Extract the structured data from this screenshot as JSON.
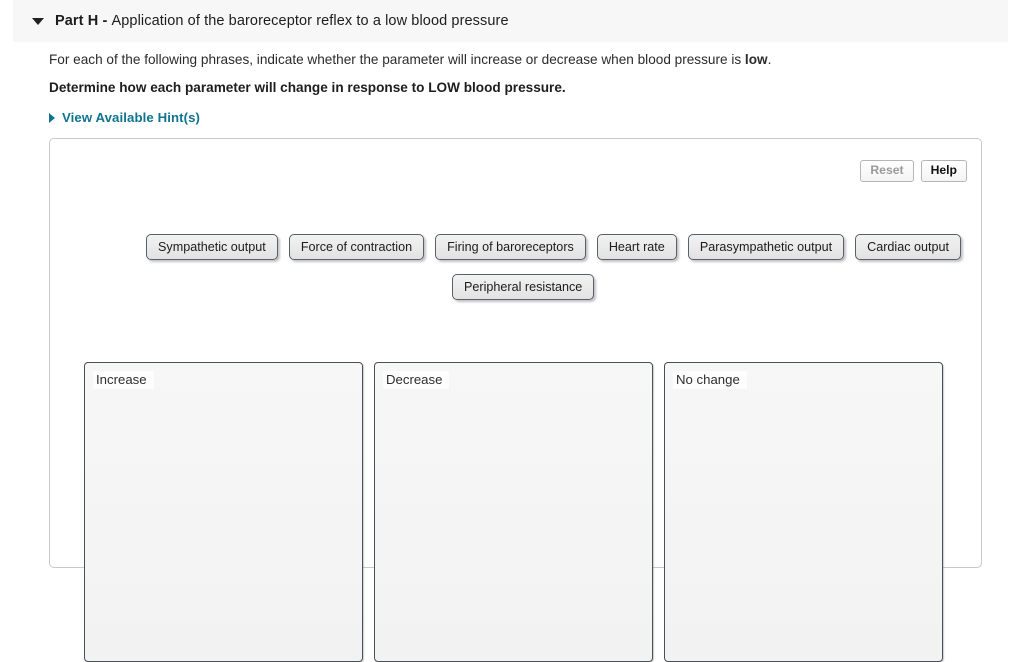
{
  "header": {
    "caret_icon": "caret-down-icon",
    "part_label": "Part H",
    "separator": " - ",
    "part_description": "Application of the baroreceptor reflex to a low blood pressure"
  },
  "intro": {
    "line1_a": "For each of the following phrases, indicate whether the parameter will increase or decrease when blood pressure is ",
    "line1_bold": "low",
    "line1_b": ".",
    "line2": "Determine how each parameter will change in response to LOW blood pressure.",
    "hint_link": "View Available Hint(s)",
    "hint_caret_icon": "caret-right-icon",
    "hint_link_color": "#0f7391"
  },
  "panel": {
    "reset_label": "Reset",
    "help_label": "Help",
    "reset_state": "disabled",
    "help_state": "active"
  },
  "tiles": {
    "row1": [
      {
        "label": "Sympathetic output"
      },
      {
        "label": "Force of contraction"
      },
      {
        "label": "Firing of baroreceptors"
      },
      {
        "label": "Heart rate"
      },
      {
        "label": "Parasympathetic output"
      },
      {
        "label": "Cardiac output"
      }
    ],
    "row2": [
      {
        "label": "Peripheral resistance"
      }
    ]
  },
  "dropzones": [
    {
      "label": "Increase",
      "items": []
    },
    {
      "label": "Decrease",
      "items": []
    },
    {
      "label": "No change",
      "items": []
    }
  ]
}
